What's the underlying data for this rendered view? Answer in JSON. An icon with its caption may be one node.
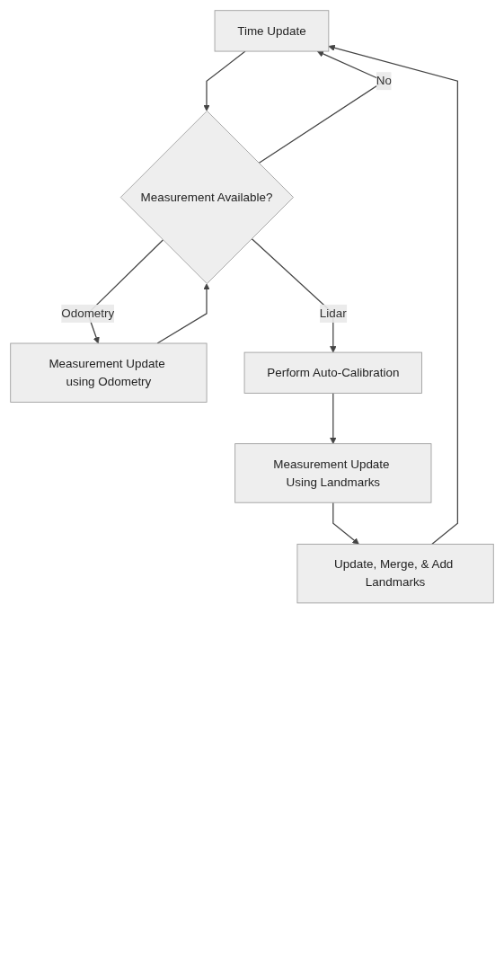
{
  "diagram": {
    "nodes": [
      {
        "text": [
          "Time Update"
        ]
      },
      {
        "text": [
          "Measurement Available?"
        ]
      },
      {
        "text": [
          "Measurement Update using Odometry"
        ]
      },
      {
        "text": [
          "Perform Auto-Calibration"
        ]
      },
      {
        "text": [
          "Measurement Update Using Landmarks"
        ]
      },
      {
        "text": [
          "Update, Merge, & Add Landmarks"
        ]
      }
    ],
    "edges": [
      {
        "from": 0,
        "to": 1,
        "arrow": "to"
      },
      {
        "from": 1,
        "to": 2,
        "arrow": "to",
        "label": "Odometry"
      },
      {
        "from": 1,
        "to": 3,
        "arrow": "to",
        "label": "Lidar"
      },
      {
        "from": 1,
        "to": 0,
        "arrow": "to",
        "label": "No"
      },
      {
        "from": 2,
        "to": 1,
        "arrow": "to"
      },
      {
        "from": 3,
        "to": 4,
        "arrow": "to"
      },
      {
        "from": 4,
        "to": 5,
        "arrow": "to"
      },
      {
        "from": 5,
        "to": 0,
        "arrow": "to"
      }
    ]
  }
}
